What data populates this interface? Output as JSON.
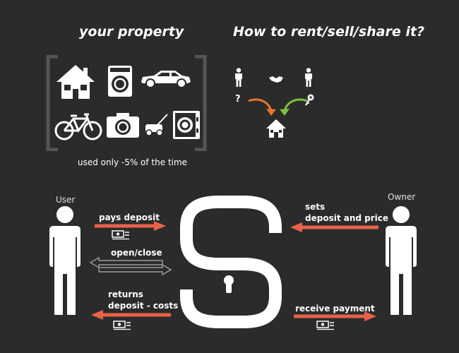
{
  "headings": {
    "property": "your property",
    "question": "How to rent/sell/share it?"
  },
  "property": {
    "usage_note": "used only -5% of the time",
    "items": [
      "house-icon",
      "washing-machine-icon",
      "car-icon",
      "bicycle-icon",
      "camera-icon",
      "lawn-mower-icon",
      "safe-icon"
    ]
  },
  "rent_question": {
    "unknown_mark": "?",
    "icons": [
      "person-icon",
      "handshake-icon",
      "person-icon",
      "key-icon",
      "house-icon"
    ],
    "arrow_colors": {
      "left": "#e8762d",
      "right": "#7cc242"
    }
  },
  "roles": {
    "user": "User",
    "owner": "Owner"
  },
  "flows": {
    "pays_deposit": "pays deposit",
    "open_close": "open/close",
    "returns_line1": "returns",
    "returns_line2": "deposit - costs",
    "sets_line1": "sets",
    "sets_line2": "deposit and price",
    "receive_payment": "receive payment"
  },
  "colors": {
    "background": "#2b2b2b",
    "accent_arrow": "#e8624a",
    "bracket": "#555555",
    "outline_arrow": "#9a9a9a"
  }
}
